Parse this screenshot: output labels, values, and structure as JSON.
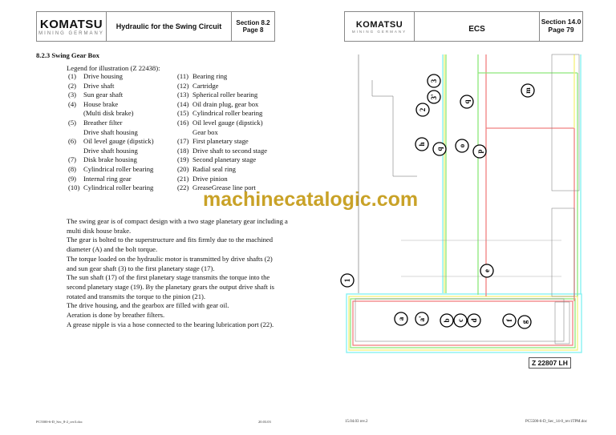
{
  "left_page": {
    "header": {
      "logo": "KOMATSU",
      "logo_sub": "MINING GERMANY",
      "title": "Hydraulic for the Swing Circuit",
      "section": "Section 8.2",
      "page": "Page 8"
    },
    "heading": "8.2.3 Swing Gear Box",
    "legend_title": "Legend for illustration (Z 22438):",
    "legend_left": [
      {
        "num": "(1)",
        "label": "Drive housing"
      },
      {
        "num": "(2)",
        "label": "Drive shaft"
      },
      {
        "num": "(3)",
        "label": "Sun gear shaft"
      },
      {
        "num": "(4)",
        "label": "House brake"
      },
      {
        "num": "",
        "label": "(Multi disk brake)"
      },
      {
        "num": "(5)",
        "label": "Breather filter"
      },
      {
        "num": "",
        "label": "Drive shaft housing"
      },
      {
        "num": "(6)",
        "label": "Oil level gauge (dipstick)"
      },
      {
        "num": "",
        "label": "Drive shaft housing"
      },
      {
        "num": "(7)",
        "label": "Disk brake housing"
      },
      {
        "num": "(8)",
        "label": "Cylindrical roller bearing"
      },
      {
        "num": "(9)",
        "label": "Internal ring gear"
      },
      {
        "num": "(10)",
        "label": "Cylindrical roller bearing"
      }
    ],
    "legend_right": [
      {
        "num": "(11)",
        "label": "Bearing ring"
      },
      {
        "num": "(12)",
        "label": "Cartridge"
      },
      {
        "num": "(13)",
        "label": "Spherical roller bearing"
      },
      {
        "num": "(14)",
        "label": "Oil drain plug, gear box"
      },
      {
        "num": "(15)",
        "label": "Cylindrical roller bearing"
      },
      {
        "num": "(16)",
        "label": "Oil level gauge (dipstick)"
      },
      {
        "num": "",
        "label": "Gear box"
      },
      {
        "num": "(17)",
        "label": "First planetary stage"
      },
      {
        "num": "(18)",
        "label": "Drive shaft to second stage"
      },
      {
        "num": "(19)",
        "label": "Second planetary stage"
      },
      {
        "num": "(20)",
        "label": "Radial seal ring"
      },
      {
        "num": "(21)",
        "label": "Drive pinion"
      },
      {
        "num": "(22)",
        "label": "GreaseGrease line port"
      }
    ],
    "paragraph": [
      "The swing gear is of compact design with a two stage planetary gear including a",
      "multi disk house brake.",
      "The gear is bolted to the superstructure and fits firmly due to the machined",
      "diameter (A) and the bolt torque.",
      "The torque loaded on the hydraulic motor is transmitted by drive shafts (2)",
      "and sun gear shaft (3) to the first planetary stage (17).",
      "The sun shaft (17) of the first planetary stage transmits the torque into the",
      "second planetary stage (19). By the planetary gears the output drive shaft is",
      "rotated and transmits the torque to the pinion (21).",
      "The drive housing, and the gearbox are filled with gear oil.",
      "Aeration is done by breather filters.",
      "A grease nipple is via a hose connected to the bearing lubrication port (22)."
    ],
    "footer_file": "PC5500-6-D_Sec_8-2_rev3.doc",
    "footer_date": "20.03.03"
  },
  "watermark": "machinecatalogic.com",
  "right_page": {
    "header": {
      "logo": "KOMATSU",
      "logo_sub": "MINING GERMANY",
      "title": "ECS",
      "section": "Section 14.0",
      "page": "Page 79"
    },
    "callouts": [
      "3",
      "3'",
      "2",
      "q",
      "m",
      "h",
      "q",
      "o",
      "p",
      "e",
      "1",
      "a",
      "a'",
      "b",
      "c",
      "d",
      "f",
      "g"
    ],
    "drawing_number": "Z 22807 LH",
    "footer_date": "15.04.03 rev.2",
    "footer_file": "PC5500-6-D_Sec_14-0_rev1TPM.doc"
  }
}
